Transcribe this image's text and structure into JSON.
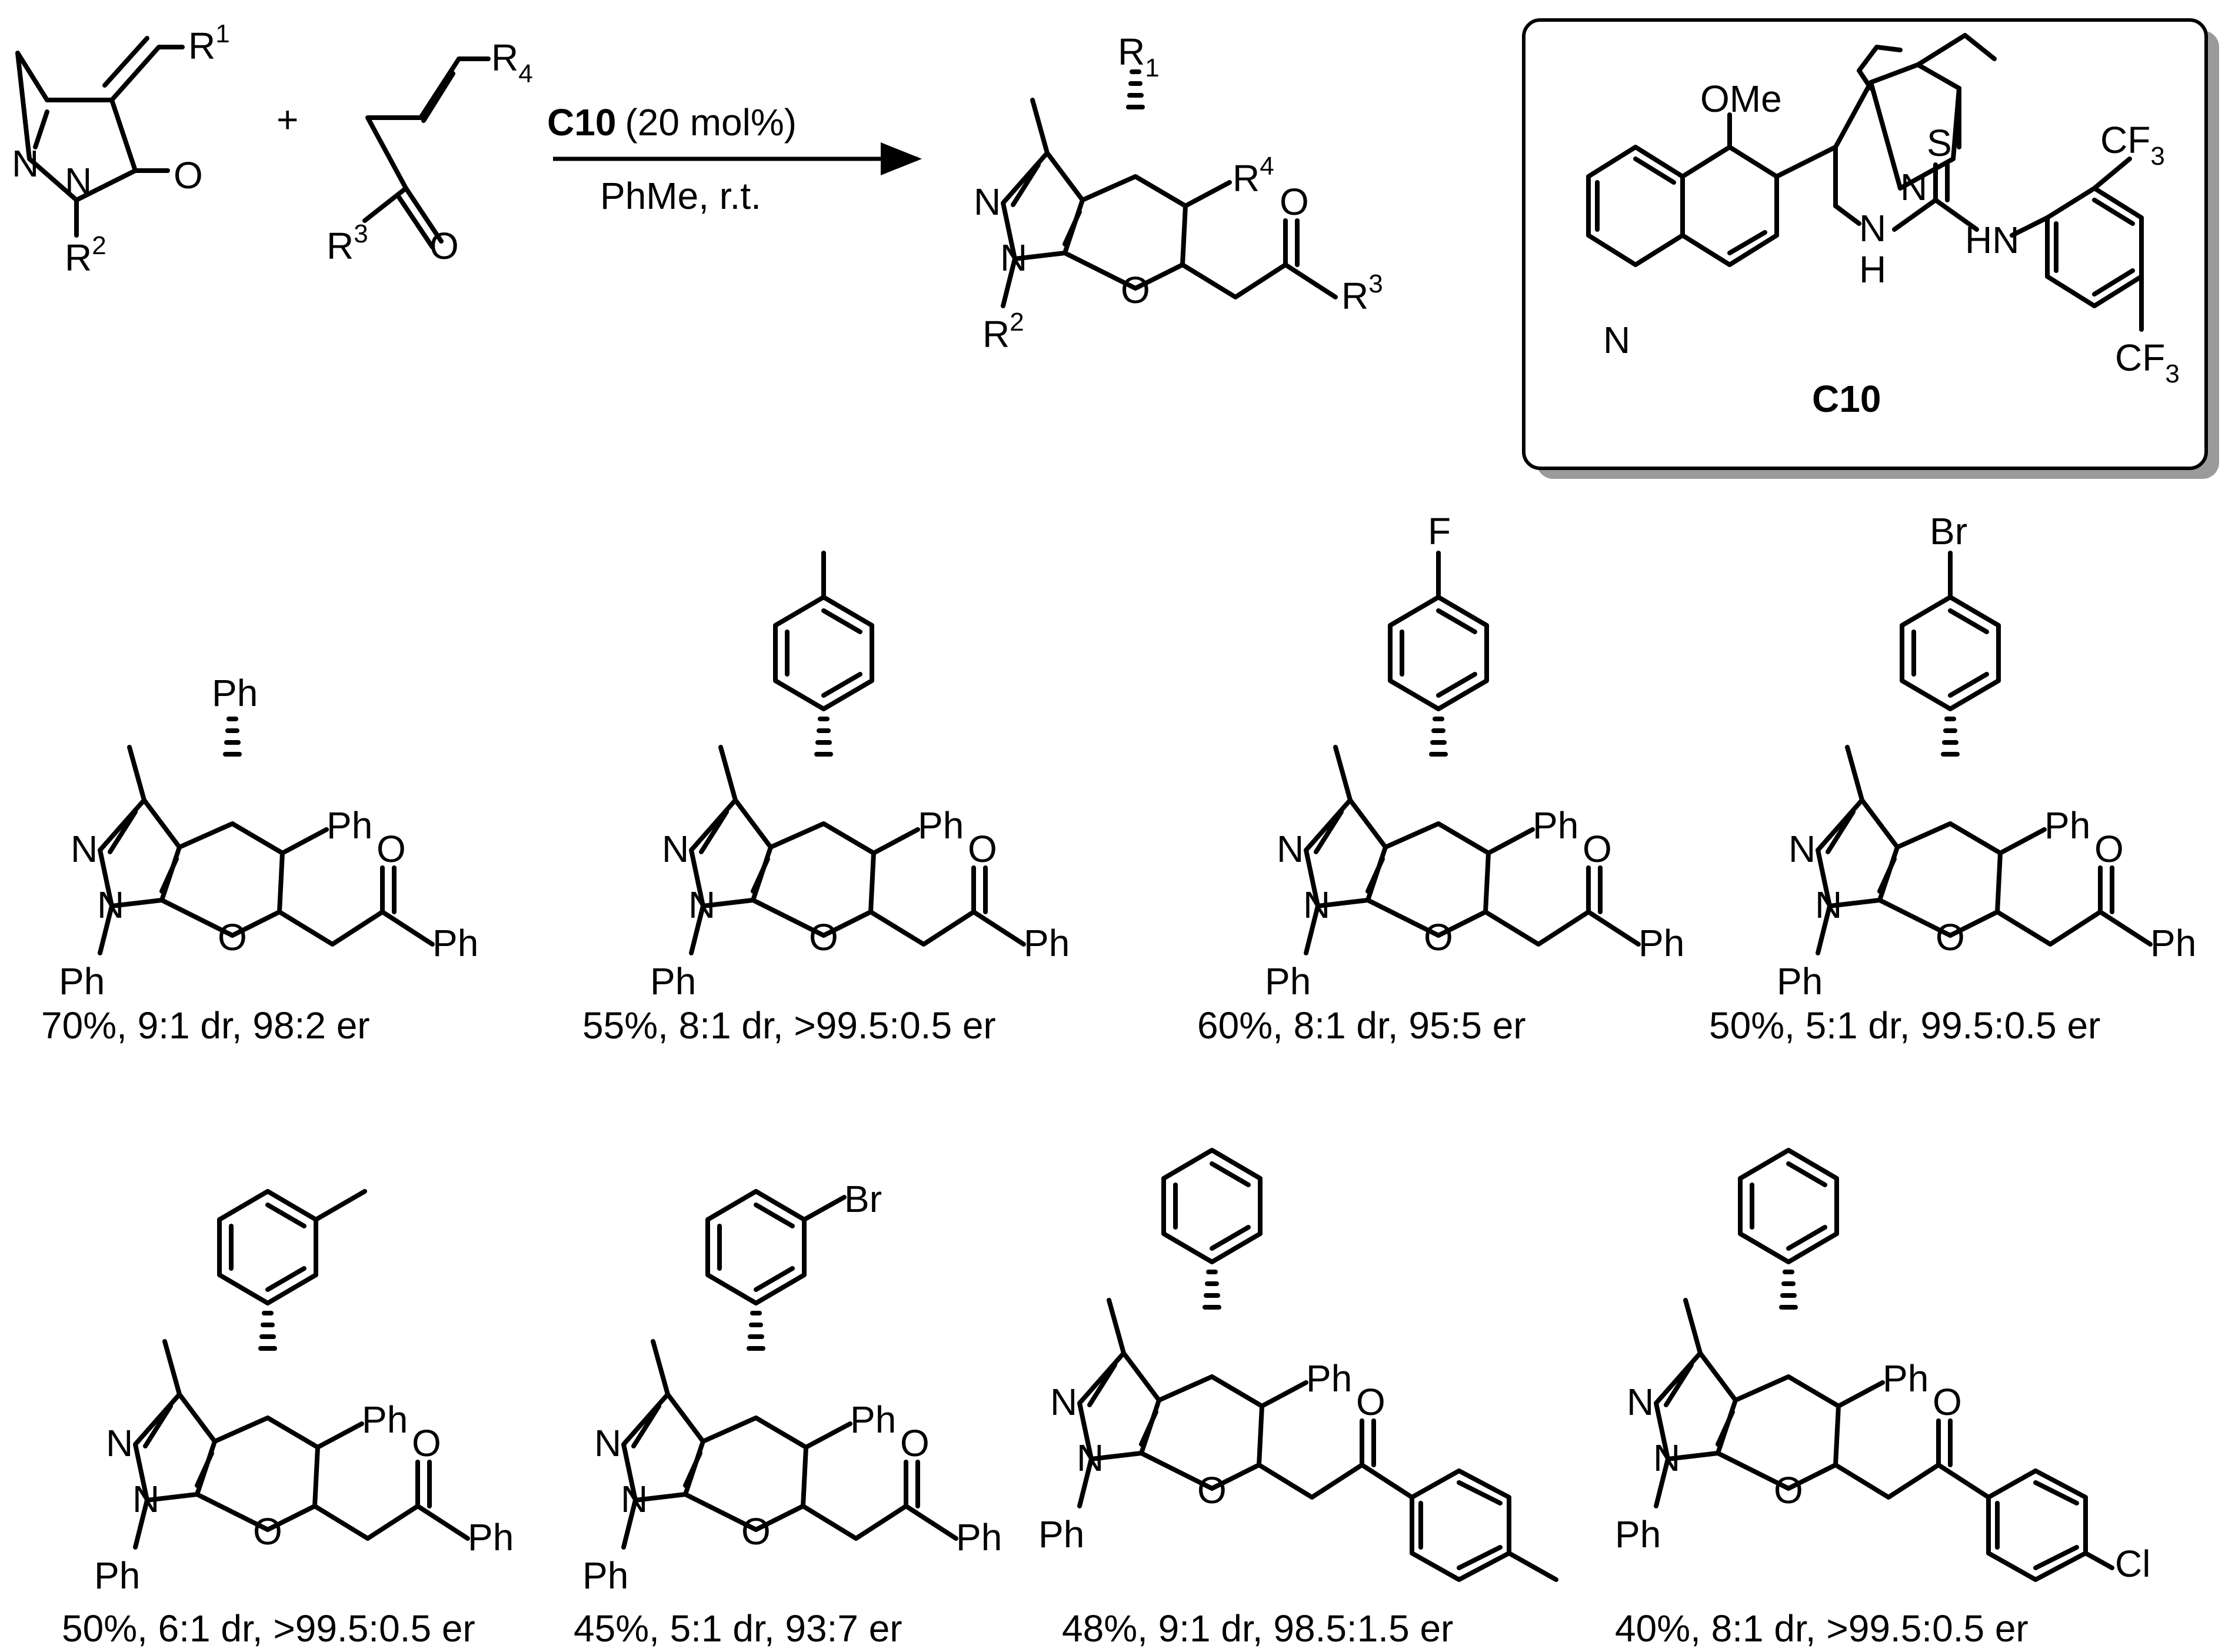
{
  "reaction": {
    "plus": "+",
    "catalyst_label": "C10",
    "catalyst_loading": "(20 mol%)",
    "conditions": "PhMe, r.t.",
    "substrate1": {
      "r1": "R",
      "r1_sup": "1",
      "r2": "R",
      "r2_sup": "2",
      "n": "N",
      "n2": "N",
      "o": "O"
    },
    "substrate2": {
      "r4": "R",
      "r4_sub": "4",
      "r3": "R",
      "r3_sup": "3",
      "o": "O"
    },
    "product": {
      "r1": "R",
      "r1_sub": "1",
      "r4": "R",
      "r4_sup": "4",
      "r3": "R",
      "r3_sup": "3",
      "r2": "R",
      "r2_sup": "2",
      "n": "N",
      "n2": "N",
      "o": "O",
      "o2": "O"
    }
  },
  "catalyst_box": {
    "name": "C10",
    "ome": "OMe",
    "n_quin": "N",
    "n_quinuclidine": "N",
    "s": "S",
    "nh1": "N",
    "h1": "H",
    "hn": "HN",
    "cf3_top": "CF",
    "cf3_top_sub": "3",
    "cf3_bottom": "CF",
    "cf3_bottom_sub": "3"
  },
  "products": [
    {
      "caption": "70%, 9:1 dr, 98:2 er",
      "ar": "Ph",
      "sub5": "Ph",
      "ketone": "Ph",
      "n1": "Ph"
    },
    {
      "caption": "55%, 8:1 dr, >99.5:0.5 er",
      "sub5": "Ph",
      "ketone": "Ph",
      "n1": "Ph"
    },
    {
      "caption": "60%, 8:1 dr, 95:5 er",
      "para": "F",
      "sub5": "Ph",
      "ketone": "Ph",
      "n1": "Ph"
    },
    {
      "caption": "50%, 5:1 dr, 99.5:0.5 er",
      "para": "Br",
      "sub5": "Ph",
      "ketone": "Ph",
      "n1": "Ph"
    },
    {
      "caption": "50%, 6:1 dr, >99.5:0.5 er",
      "sub5": "Ph",
      "ketone": "Ph",
      "n1": "Ph"
    },
    {
      "caption": "45%, 5:1 dr, 93:7 er",
      "meta": "Br",
      "sub5": "Ph",
      "ketone": "Ph",
      "n1": "Ph"
    },
    {
      "caption": "48%, 9:1 dr, 98.5:1.5 er",
      "sub5": "Ph",
      "n1": "Ph"
    },
    {
      "caption": "40%, 8:1 dr, >99.5:0.5 er",
      "sub5": "Ph",
      "n1": "Ph",
      "para_ketone": "Cl"
    }
  ],
  "atoms": {
    "N": "N",
    "O": "O"
  }
}
